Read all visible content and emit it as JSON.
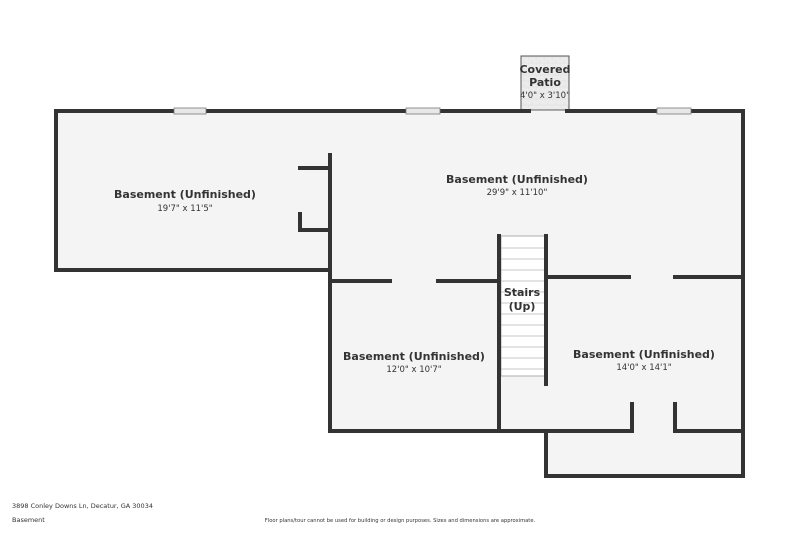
{
  "colors": {
    "wall": "#333333",
    "floor": "#f4f4f4",
    "window": "#e8e8e8",
    "patio": "#ececec"
  },
  "rooms": [
    {
      "name": "Covered",
      "name2": "Patio",
      "dims": "4'0\" x 3'10\""
    },
    {
      "name": "Basement (Unfinished)",
      "dims": "19'7\" x 11'5\""
    },
    {
      "name": "Basement (Unfinished)",
      "dims": "29'9\" x 11'10\""
    },
    {
      "name": "Stairs",
      "name2": "(Up)"
    },
    {
      "name": "Basement (Unfinished)",
      "dims": "12'0\" x 10'7\""
    },
    {
      "name": "Basement (Unfinished)",
      "dims": "14'0\" x 14'1\""
    }
  ],
  "footer": {
    "address": "3898 Conley Downs Ln, Decatur, GA 30034",
    "level": "Basement",
    "disclaimer": "Floor plans/tour cannot be used for building or design purposes. Sizes and dimensions are approximate."
  }
}
